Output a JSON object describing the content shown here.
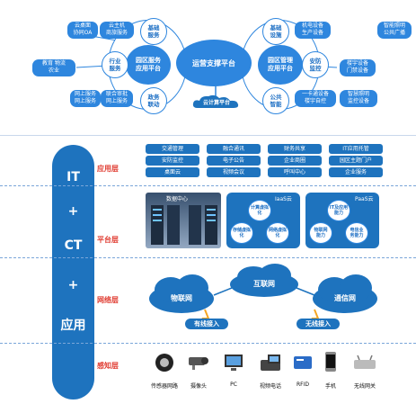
{
  "top": {
    "center_title": "运营支撑平台",
    "cloud_center": "云计算平台",
    "left_hub": "园区服务\n应用平台",
    "right_hub": "园区管理\n应用平台",
    "left_nodes": [
      "基础\n服务",
      "行业\n服务",
      "政务\n联动"
    ],
    "right_nodes": [
      "基础\n设施",
      "安防\n监控",
      "公共\n智能"
    ],
    "left_tags": [
      "云桌面\n协同OA",
      "云主机\n商旅服务",
      "教育 物流\n农业",
      "网上服务\n网上服务",
      "联合审批\n网上服务"
    ],
    "right_tags": [
      "机电设备\n生产设备",
      "楼宇设备\n门禁设备",
      "智慧照明\n监控设备",
      "一卡通设备\n楼宇自控",
      "智能照明\n公共广播"
    ]
  },
  "bar": {
    "it": "IT",
    "plus1": "+",
    "ct": "CT",
    "plus2": "+",
    "app": "应用"
  },
  "layers": {
    "app": "应用层",
    "platform": "平台层",
    "network": "网络层",
    "sense": "感知层"
  },
  "app_boxes": [
    [
      "交通管理",
      "融合通讯",
      "财务共享",
      "IT应用托管"
    ],
    [
      "安防监控",
      "电子公告",
      "企业商圈",
      "园区主题门户"
    ],
    [
      "桌面云",
      "视频会议",
      "呼叫中心",
      "企业服务"
    ]
  ],
  "platform": {
    "dc": "数据中心",
    "iaas": "IaaS云",
    "paas": "PaaS云",
    "iaas_nodes": [
      "计算虚拟\n化",
      "存储虚拟\n化",
      "网络虚拟\n化"
    ],
    "paas_nodes": [
      "IT及应用\n能力",
      "物联网\n能力",
      "电信业\n务能力"
    ]
  },
  "network": {
    "clouds": [
      "物联网",
      "互联网",
      "通信网"
    ],
    "wired": "有线接入",
    "wireless": "无线接入"
  },
  "devices": [
    "传感器网路",
    "摄像头",
    "PC",
    "视频电话",
    "RFID",
    "手机",
    "无线网关"
  ],
  "colors": {
    "primary": "#1e73be",
    "layer": "#e03c31"
  }
}
